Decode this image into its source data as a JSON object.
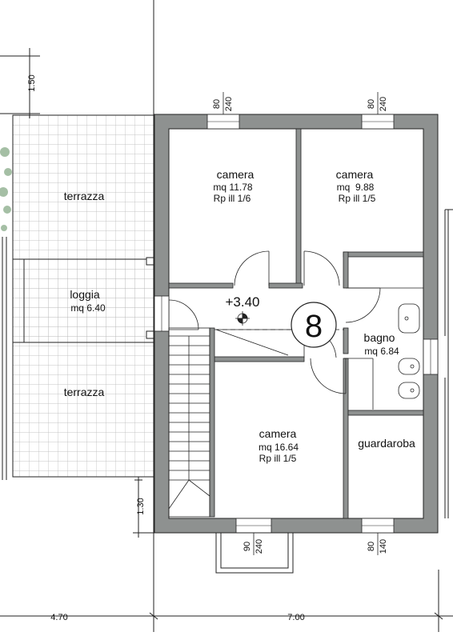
{
  "plan": {
    "dimensions": {
      "top_offset": "1.50",
      "bottom_offset": "1.30",
      "left_width": "4.70",
      "right_width": "7.00"
    },
    "windows": {
      "top_left": [
        "80",
        "240"
      ],
      "top_right": [
        "80",
        "240"
      ],
      "bottom_left": [
        "90",
        "240"
      ],
      "bottom_right": [
        "80",
        "140"
      ]
    },
    "rooms": {
      "terrace_top": {
        "name": "terrazza"
      },
      "loggia": {
        "name": "loggia",
        "area": "mq 6.40"
      },
      "terrace_bottom": {
        "name": "terrazza"
      },
      "camera1": {
        "name": "camera",
        "area": "mq 11.78",
        "ratio": "Rp ill 1/6"
      },
      "camera2": {
        "name": "camera",
        "area": "mq  9.88",
        "ratio": "Rp ill 1/5"
      },
      "camera3": {
        "name": "camera",
        "area": "mq 16.64",
        "ratio": "Rp ill 1/5"
      },
      "bagno": {
        "name": "bagno",
        "area": "mq 6.84"
      },
      "guardaroba": {
        "name": "guardaroba"
      }
    },
    "level": "+3.40",
    "unit_number": "8"
  },
  "colors": {
    "wall": "#8e9190",
    "line": "#222222",
    "grid": "#b4b4b4",
    "plant": "#8fb08f"
  }
}
